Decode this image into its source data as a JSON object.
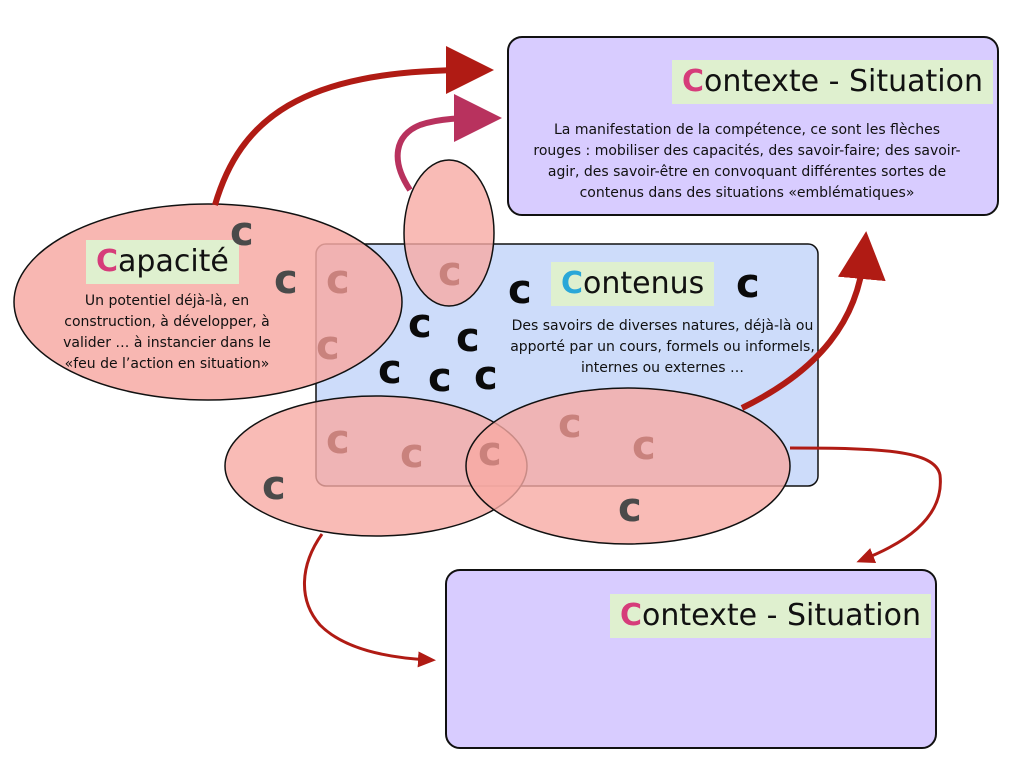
{
  "diagram": {
    "letter": "c",
    "contexte_top": {
      "initial": "C",
      "rest": "ontexte - Situation",
      "description": "La manifestation de la compétence, ce sont les flèches rouges : mobiliser des capacités, des savoir-faire; des savoir-agir, des savoir-être en convoquant différentes sortes de contenus dans des situations «emblématiques»"
    },
    "capacite": {
      "initial": "C",
      "rest": "apacité",
      "description": "Un potentiel déjà-là, en construction, à développer, à valider … à instancier dans le «feu de l’action en situation»"
    },
    "contenus": {
      "initial": "C",
      "rest": "ontenus",
      "description": "Des savoirs de diverses natures, déjà-là ou apporté par un cours, formels ou informels, internes ou externes …"
    },
    "contexte_bottom": {
      "initial": "C",
      "rest": "ontexte - Situation"
    },
    "colors": {
      "contexte_fill": "#d8ccff",
      "contenus_fill": "#cddcfa",
      "ellipse_fill": "#f7aaa4",
      "title_bg": "#dff0cf",
      "initial_pink": "#d63c7a",
      "initial_blue": "#2aa7d8",
      "arrow_red": "#b01b14",
      "arrow_magenta": "#b8325e"
    }
  }
}
